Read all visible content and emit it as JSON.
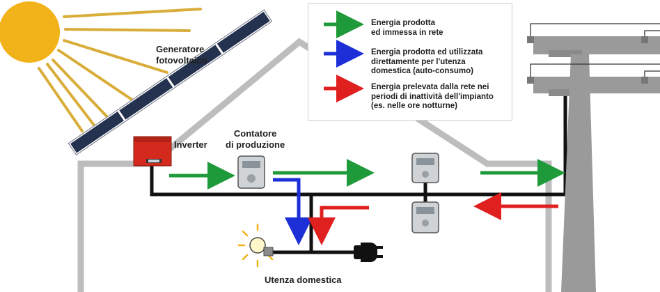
{
  "labels": {
    "generator": [
      "Generatore",
      "fotovoltaico"
    ],
    "inverter": "Inverter",
    "production_meter": [
      "Contatore",
      "di produzione"
    ],
    "household": "Utenza domestica"
  },
  "legend": [
    {
      "color": "#1f9a3a",
      "lines": [
        "Energia prodotta",
        "ed immessa in rete"
      ]
    },
    {
      "color": "#1d2fd6",
      "lines": [
        "Energia prodotta ed utilizzata",
        "direttamente per l'utenza",
        "domestica (auto-consumo)"
      ]
    },
    {
      "color": "#e01f1f",
      "lines": [
        "Energia prelevata dalla rete nei",
        "periodi di inattività dell'impianto",
        "(es. nelle ore notturne)"
      ]
    }
  ],
  "colors": {
    "sun": "#f2b21a",
    "sun_rays": "#d9ad3a",
    "panel": "#25324f",
    "house_outline": "#bdbdbd",
    "wire": "#111111",
    "inverter": "#d42a1e",
    "pylon": "#9a9a9a"
  },
  "icons": [
    "sun-icon",
    "solar-panel-icon",
    "inverter-icon",
    "meter-icon",
    "light-bulb-icon",
    "plug-icon",
    "pylon-icon"
  ]
}
